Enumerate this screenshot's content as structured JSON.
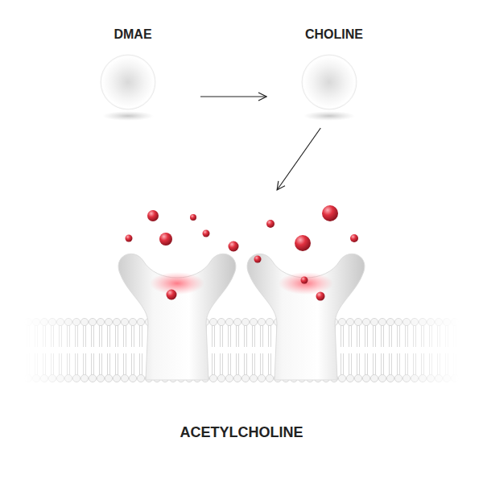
{
  "diagram": {
    "nodes": [
      {
        "text": [
          "DMAE"
        ]
      },
      {
        "text": [
          "CHOLINE"
        ]
      },
      {
        "text": [
          "ACETYLCHOLINE"
        ]
      }
    ],
    "edges": [
      {
        "from": 0,
        "to": 1,
        "arrow": "to"
      },
      {
        "from": 1,
        "to": 2,
        "arrow": "to"
      }
    ]
  }
}
